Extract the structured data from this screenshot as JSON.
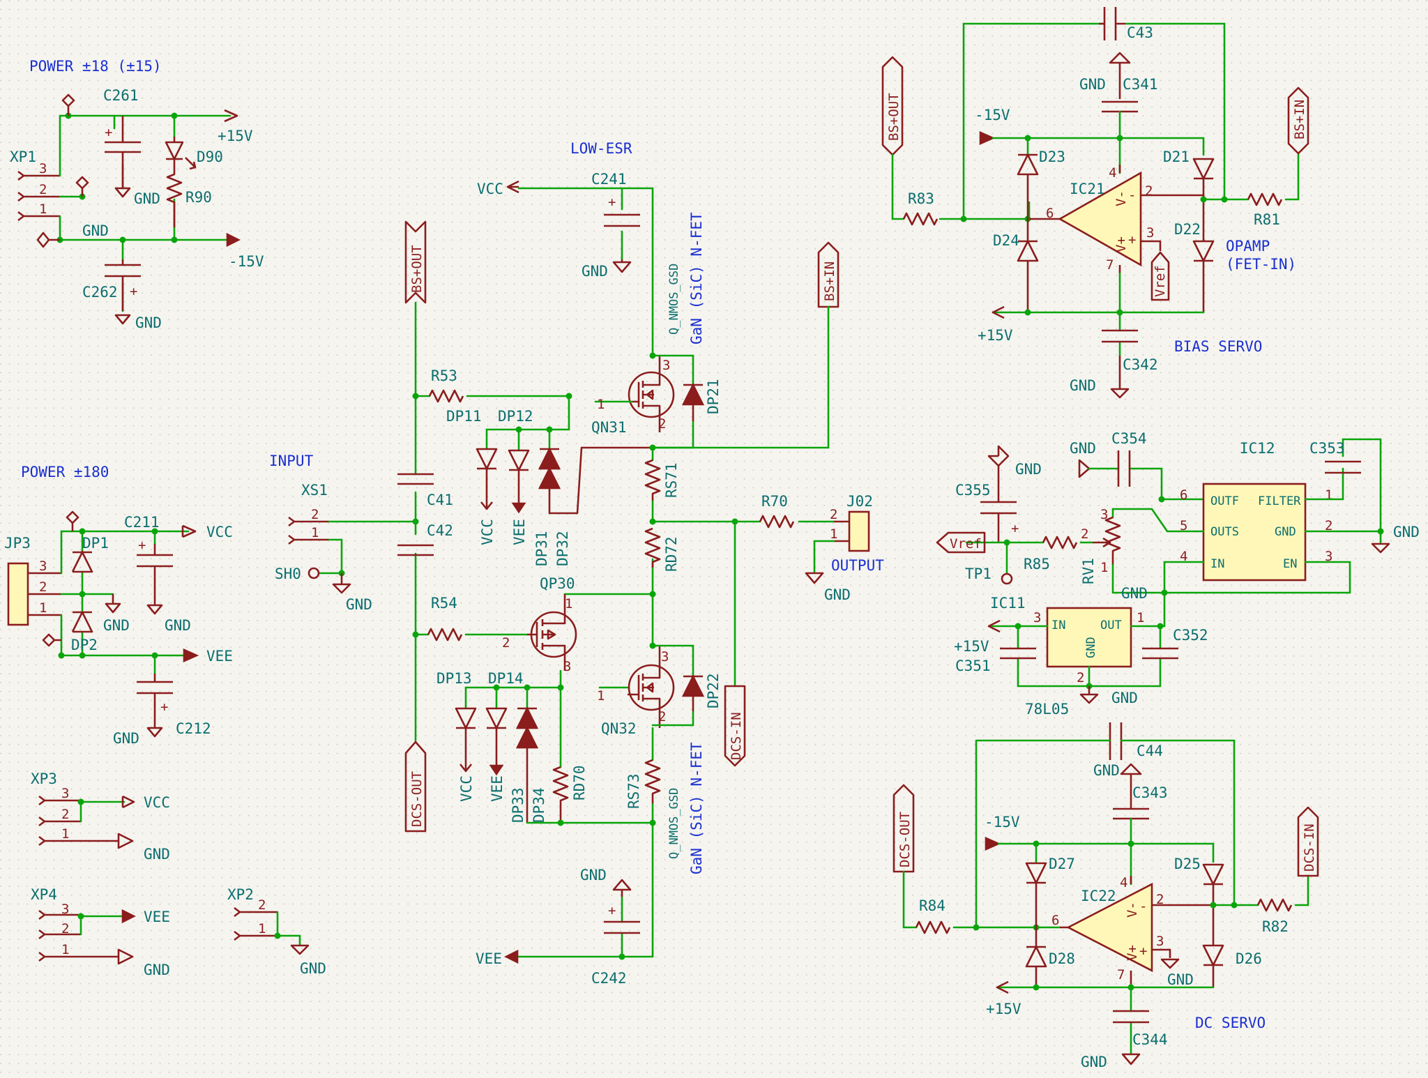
{
  "notes": {
    "power_18": "POWER ±18 (±15)",
    "power_180": "POWER ±180",
    "input": "INPUT",
    "low_esr": "LOW-ESR",
    "bias_servo": "BIAS SERVO",
    "dc_servo": "DC SERVO",
    "opamp_1": "OPAMP",
    "opamp_2": "(FET-IN)",
    "fet1": "GaN (SiC) N-FET",
    "fet2": "GaN (SiC) N-FET",
    "qn31_val": "Q_NMOS_GSD",
    "qn32_val": "Q_NMOS_GSD"
  },
  "ref": {
    "xp1": "XP1",
    "xp2": "XP2",
    "xp3": "XP3",
    "xp4": "XP4",
    "jp3": "JP3",
    "xs1": "XS1",
    "j02": "J02",
    "sh0": "SH0",
    "tp1": "TP1",
    "c261": "C261",
    "c262": "C262",
    "c211": "C211",
    "c212": "C212",
    "c241": "C241",
    "c242": "C242",
    "c41": "C41",
    "c42": "C42",
    "c43": "C43",
    "c44": "C44",
    "c341": "C341",
    "c342": "C342",
    "c343": "C343",
    "c344": "C344",
    "c351": "C351",
    "c352": "C352",
    "c353": "C353",
    "c354": "C354",
    "c355": "C355",
    "d90": "D90",
    "r90": "R90",
    "dp1": "DP1",
    "dp2": "DP2",
    "r53": "R53",
    "r54": "R54",
    "r70": "R70",
    "r81": "R81",
    "r82": "R82",
    "r83": "R83",
    "r84": "R84",
    "r85": "R85",
    "rv1": "RV1",
    "rs71": "RS71",
    "rd72": "RD72",
    "rs73": "RS73",
    "rd70": "RD70",
    "dp11": "DP11",
    "dp12": "DP12",
    "dp13": "DP13",
    "dp14": "DP14",
    "dp21": "DP21",
    "dp22": "DP22",
    "dp31": "DP31",
    "dp32": "DP32",
    "dp33": "DP33",
    "dp34": "DP34",
    "qn31": "QN31",
    "qn32": "QN32",
    "qp30": "QP30",
    "d21": "D21",
    "d22": "D22",
    "d23": "D23",
    "d24": "D24",
    "d25": "D25",
    "d26": "D26",
    "d27": "D27",
    "d28": "D28",
    "ic21": "IC21",
    "ic22": "IC22",
    "ic11": "IC11",
    "ic12": "IC12",
    "reg": "78L05"
  },
  "net": {
    "gnd": "GND",
    "p15": "+15V",
    "m15": "-15V",
    "vcc": "VCC",
    "vee": "VEE",
    "output": "OUTPUT",
    "vref": "Vref"
  },
  "flags": {
    "bs_out": "BS+OUT",
    "bs_in": "BS+IN",
    "dcs_out": "DCS-OUT",
    "dcs_in": "DCS-IN"
  },
  "ic_pins": {
    "outf": "OUTF",
    "filter": "FILTER",
    "outs": "OUTS",
    "gnd": "GND",
    "in": "IN",
    "en": "EN",
    "out": "OUT",
    "vm": "V-",
    "vp": "V+",
    "minus": "-",
    "plus": "+"
  },
  "pin_nums": {
    "n1": "1",
    "n2": "2",
    "n3": "3",
    "n4": "4",
    "n5": "5",
    "n6": "6",
    "n7": "7"
  }
}
